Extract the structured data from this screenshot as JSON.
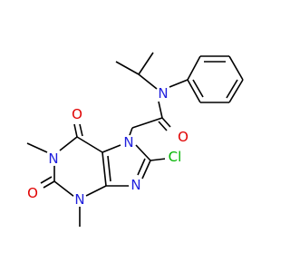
{
  "colors": {
    "bond": "#000000",
    "carbon": "#000000",
    "nitrogen": "#1f1fdd",
    "oxygen": "#e00000",
    "chlorine": "#00b400"
  },
  "atoms": {
    "n_amide": "N",
    "o_amide": "O",
    "o_top": "O",
    "o_bottom": "O",
    "n_purine_7": "N",
    "n_purine_1": "N",
    "n_purine_3": "N",
    "n_purine_9": "N",
    "cl": "Cl"
  }
}
